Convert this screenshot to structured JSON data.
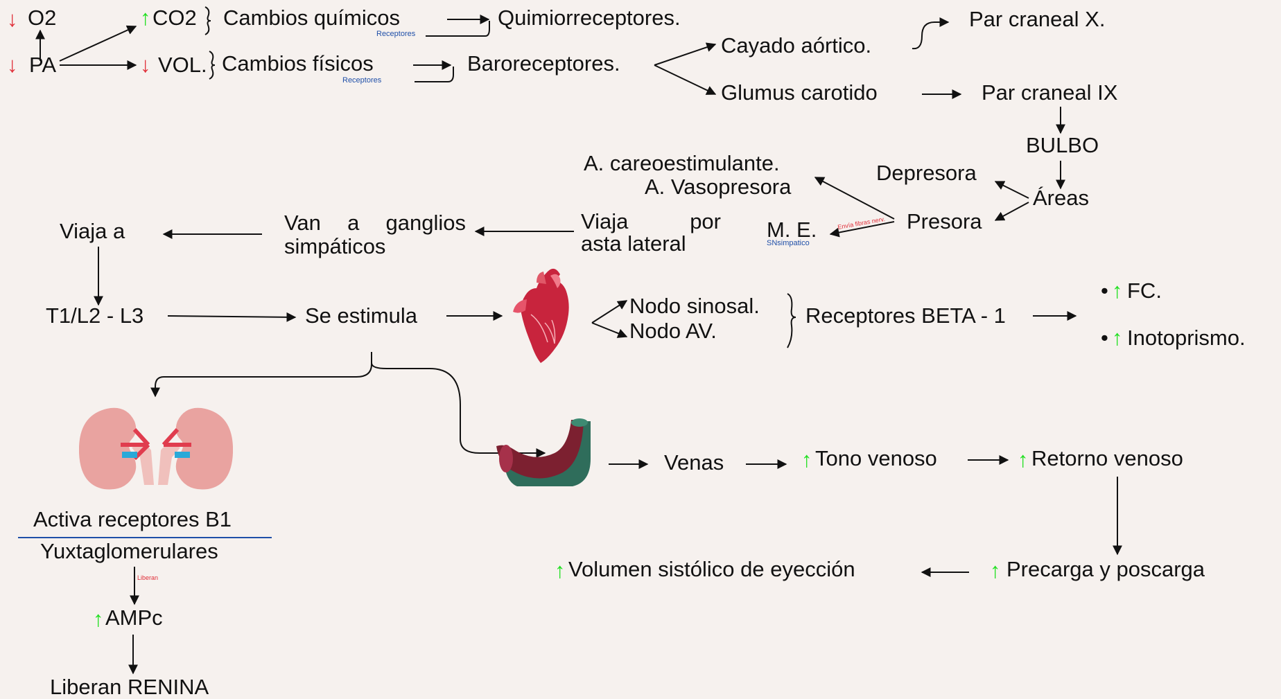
{
  "colors": {
    "up": "#22e022",
    "down": "#e0303a",
    "blue": "#1f4fa8",
    "background": "#f6f1ee"
  },
  "arrows": {
    "up": "↑",
    "down": "↓"
  },
  "row1": {
    "o2": "O2",
    "co2": "CO2",
    "cambios_quimicos": "Cambios químicos",
    "receptores": "Receptores",
    "quimiorreceptores": "Quimiorreceptores.",
    "par_craneal_x": "Par craneal X."
  },
  "row2": {
    "pa": "PA",
    "vol": "VOL.",
    "cambios_fisicos": "Cambios físicos",
    "receptores": "Receptores",
    "baroreceptores": "Baroreceptores.",
    "cayado": "Cayado aórtico.",
    "glumus": "Glumus carotido",
    "par_craneal_ix": "Par craneal IX"
  },
  "bulbo": "BULBO",
  "areas": "Áreas",
  "depresora": "Depresora",
  "presora": "Presora",
  "a_careo": "A. careoestimulante.",
  "a_vaso": "A. Vasopresora",
  "me": "M. E.",
  "snsimpatico": "SNsimpatico",
  "envia_fibras": "Envía fibras nerv.",
  "viaja_por": [
    "Viaja",
    "por"
  ],
  "asta_lateral": "asta lateral",
  "van_ganglios": [
    "Van",
    "a",
    "ganglios"
  ],
  "simpaticos": "simpáticos",
  "viaja_a": "Viaja a",
  "t1l2l3": "T1/L2 - L3",
  "se_estimula": "Se estimula",
  "nodo_sinosal": "Nodo sinosal.",
  "nodo_av": "Nodo AV.",
  "receptores_beta": "Receptores BETA - 1",
  "fc": "FC.",
  "inotoprismo": "Inotoprismo.",
  "bullet": "•",
  "activa_receptores": "Activa receptores B1",
  "yuxtaglomerulares": "Yuxtaglomerulares",
  "liberan_small": "Liberan",
  "ampc": "AMPc",
  "liberan_renina": "Liberan RENINA",
  "venas": "Venas",
  "tono_venoso": "Tono venoso",
  "retorno_venoso": "Retorno venoso",
  "precarga": "Precarga y poscarga",
  "volumen": "Volumen sistólico de eyección"
}
